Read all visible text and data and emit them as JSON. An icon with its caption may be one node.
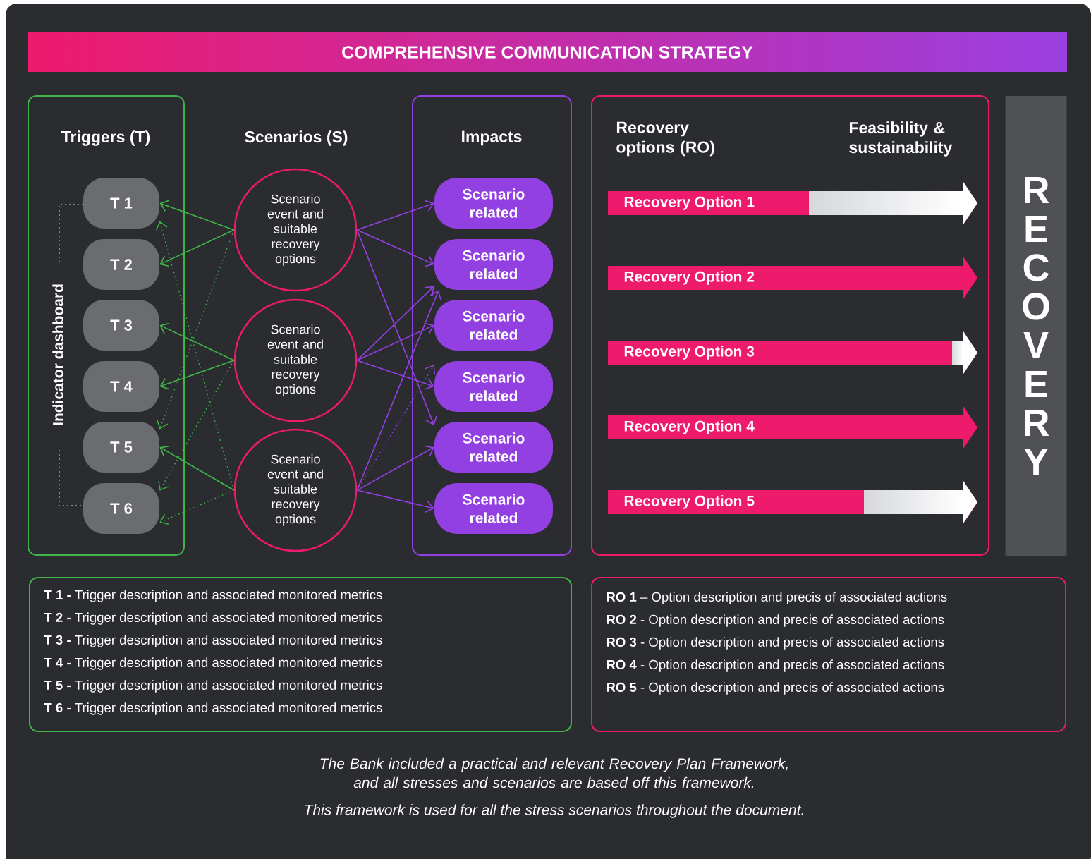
{
  "diagram": {
    "title": "COMPREHENSIVE COMMUNICATION STRATEGY",
    "caption": "The Bank included a practical and relevant Recovery Plan Framework, and all stresses and scenarios are based off this framework.",
    "nodes": [
      {
        "text": [
          "Triggers (T)"
        ]
      },
      {
        "text": [
          "T 1"
        ],
        "in": 0
      },
      {
        "text": [
          "T 2"
        ],
        "in": 0
      },
      {
        "text": [
          "T 3"
        ],
        "in": 0
      },
      {
        "text": [
          "T 4"
        ],
        "in": 0
      },
      {
        "text": [
          "T 5"
        ],
        "in": 0
      },
      {
        "text": [
          "T 6"
        ],
        "in": 0
      },
      {
        "text": [
          "Scenario event and suitable recovery options"
        ]
      },
      {
        "text": [
          "Scenario event and suitable recovery options"
        ]
      },
      {
        "text": [
          "Scenario event and suitable recovery options"
        ]
      },
      {
        "text": [
          "Impacts"
        ]
      },
      {
        "text": [
          "Scenario related"
        ],
        "in": 10
      },
      {
        "text": [
          "Scenario related"
        ],
        "in": 10
      },
      {
        "text": [
          "Scenario related"
        ],
        "in": 10
      },
      {
        "text": [
          "Scenario related"
        ],
        "in": 10
      },
      {
        "text": [
          "Scenario related"
        ],
        "in": 10
      },
      {
        "text": [
          "Scenario related"
        ],
        "in": 10
      },
      {
        "text": [
          "Recovery options (RO)",
          "Feasibility & sustainability"
        ]
      },
      {
        "text": [
          "Recovery Option 1"
        ],
        "in": 17
      },
      {
        "text": [
          "Recovery Option 2"
        ],
        "in": 17
      },
      {
        "text": [
          "Recovery Option 3"
        ],
        "in": 17
      },
      {
        "text": [
          "Recovery Option 4"
        ],
        "in": 17
      },
      {
        "text": [
          "Recovery Option 5"
        ],
        "in": 17
      },
      {
        "text": [
          "RECOVERY"
        ]
      },
      {
        "text": [
          "**T 1 -** Trigger description and associated monitored metrics",
          "**T 2 -** Trigger description and associated monitored metrics",
          "**T 3 -** Trigger description and associated monitored metrics",
          "**T 4 -** Trigger description and associated monitored metrics",
          "**T 5 -** Trigger description and associated monitored metrics",
          "**T 6 -** Trigger description and associated monitored metrics"
        ]
      },
      {
        "text": [
          "**RO 1** – Option description and precis of associated actions",
          "**RO 2** - Option description and precis of associated actions",
          "**RO 3** - Option description and precis of associated actions",
          "**RO 4** - Option description and precis of associated actions",
          "**RO 5** - Option description and precis of associated actions"
        ]
      }
    ],
    "edges": [
      {
        "from": 7,
        "to": 1,
        "arrow": "to",
        "color": "#3fb548"
      },
      {
        "from": 7,
        "to": 2,
        "arrow": "to",
        "color": "#3fb548"
      },
      {
        "from": 7,
        "to": 5,
        "arrow": "to",
        "style": "dashed",
        "color": "#3fb548"
      },
      {
        "from": 8,
        "to": 3,
        "arrow": "to",
        "color": "#3fb548"
      },
      {
        "from": 8,
        "to": 4,
        "arrow": "to",
        "color": "#3fb548"
      },
      {
        "from": 8,
        "to": 6,
        "arrow": "to",
        "style": "dashed",
        "color": "#3fb548"
      },
      {
        "from": 9,
        "to": 5,
        "arrow": "to",
        "color": "#3fb548"
      },
      {
        "from": 9,
        "to": 1,
        "arrow": "to",
        "style": "dashed",
        "color": "#3fb548"
      },
      {
        "from": 9,
        "to": 6,
        "arrow": "to",
        "style": "dashed",
        "color": "#3fb548"
      },
      {
        "from": 7,
        "to": 11,
        "arrow": "to"
      },
      {
        "from": 7,
        "to": 12,
        "arrow": "to"
      },
      {
        "from": 7,
        "to": 15,
        "arrow": "to"
      },
      {
        "from": 8,
        "to": 12,
        "arrow": "to"
      },
      {
        "from": 8,
        "to": 13,
        "arrow": "to"
      },
      {
        "from": 8,
        "to": 14,
        "arrow": "to"
      },
      {
        "from": 9,
        "to": 12,
        "arrow": "to"
      },
      {
        "from": 9,
        "to": 14,
        "arrow": "to",
        "style": "dashed"
      },
      {
        "from": 9,
        "to": 15,
        "arrow": "to"
      },
      {
        "from": 9,
        "to": 16,
        "arrow": "to"
      }
    ],
    "labels": [
      "Scenarios (S)",
      "Indicator dashboard",
      "This framework is used for all the stress scenarios throughout the document."
    ]
  }
}
